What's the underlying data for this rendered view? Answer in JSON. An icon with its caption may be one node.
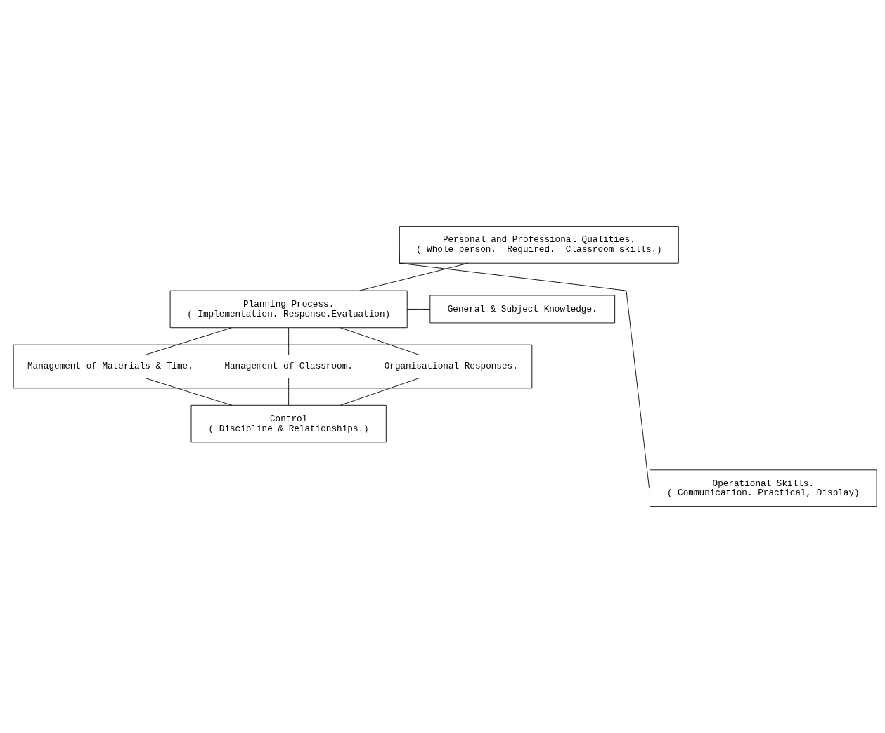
{
  "diagram": {
    "nodes": [
      {
        "text": [
          "Personal and Professional Qualities.",
          "( Whole person.  Required.  Classroom skills.)"
        ]
      },
      {
        "text": [
          "Planning Process.",
          "( Implementation. Response.Evaluation)"
        ]
      },
      {
        "text": [
          "General & Subject Knowledge."
        ]
      },
      {
        "text": [],
        "shape": "box"
      },
      {
        "text": [
          "Organisational Responses."
        ],
        "in": 3
      },
      {
        "text": [
          "Management of Materials & Time."
        ],
        "in": 3
      },
      {
        "text": [
          "Management of Classroom."
        ],
        "in": 3
      },
      {
        "text": [
          "Control",
          "( Discipline & Relationships.)"
        ]
      },
      {
        "text": [
          "Operational Skills.",
          "( Communication. Practical, Display)"
        ]
      }
    ],
    "edges": [
      {
        "from": 0,
        "to": 1,
        "arrow": "none"
      },
      {
        "from": 1,
        "to": 2,
        "arrow": "none"
      },
      {
        "from": 1,
        "to": 4,
        "arrow": "none"
      },
      {
        "from": 1,
        "to": 5,
        "arrow": "none"
      },
      {
        "from": 1,
        "to": 6,
        "arrow": "none"
      },
      {
        "from": 4,
        "to": 7,
        "arrow": "none"
      },
      {
        "from": 5,
        "to": 7,
        "arrow": "none"
      },
      {
        "from": 6,
        "to": 7,
        "arrow": "none"
      },
      {
        "from": 0,
        "to": 8,
        "arrow": "none"
      }
    ]
  }
}
